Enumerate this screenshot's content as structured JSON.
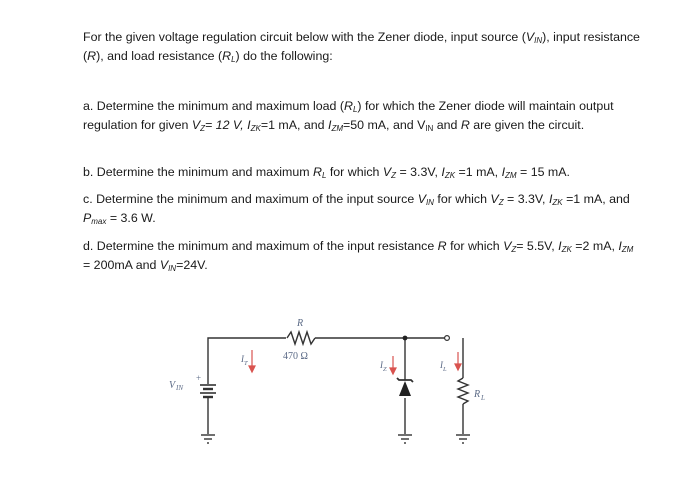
{
  "intro": {
    "t1": "For the given voltage regulation circuit below with the Zener diode, input source (",
    "v": "V",
    "v_sub": "IN",
    "t2": "), input resistance (",
    "r": "R",
    "t3": "), and load resistance (",
    "rl": "R",
    "rl_sub": "L",
    "t4": ") do the following:"
  },
  "part_a": {
    "t1": "a. Determine the minimum and maximum load (",
    "rl": "R",
    "rl_sub": "L",
    "t2": ") for which the Zener diode will maintain output regulation for given ",
    "vz": "V",
    "vz_sub": "Z",
    "vz_val": "= 12 V, ",
    "izk": "I",
    "izk_sub": "ZK",
    "izk_val": "=1 mA, and ",
    "izm": "I",
    "izm_sub": "ZM",
    "izm_val": "=50 mA, and V",
    "vin_sub": "IN",
    "t3": " and ",
    "r": "R",
    "t4": " are given the circuit."
  },
  "part_b": {
    "t1": "b. Determine the minimum and maximum ",
    "rl": "R",
    "rl_sub": "L",
    "t2": " for which ",
    "vz": "V",
    "vz_sub": "Z",
    "vz_val": " = 3.3V, ",
    "izk": "I",
    "izk_sub": "ZK",
    "izk_val": " =1 mA, ",
    "izm": "I",
    "izm_sub": "ZM",
    "izm_val": " = 15 mA."
  },
  "part_c": {
    "t1": "c. Determine the minimum and maximum of the input source ",
    "vin": "V",
    "vin_sub": "IN",
    "t2": " for which ",
    "vz": "V",
    "vz_sub": "Z",
    "vz_val": " = 3.3V, ",
    "izk": "I",
    "izk_sub": "ZK",
    "izk_val": " =1 mA, and ",
    "pmax": "P",
    "pmax_sub": "max",
    "pmax_val": " = 3.6 W."
  },
  "part_d": {
    "t1": "d. Determine the minimum and maximum of the input resistance ",
    "r": "R",
    "t2": " for which ",
    "vz": "V",
    "vz_sub": "Z",
    "vz_val": "= 5.5V, ",
    "izk": "I",
    "izk_sub": "ZK",
    "izk_val": " =2 mA, ",
    "izm": "I",
    "izm_sub": "ZM",
    "izm_val": " = 200mA and ",
    "vin": "V",
    "vin_sub": "IN",
    "vin_val": "=24V."
  },
  "circuit": {
    "resistor_label": "R",
    "resistor_value": "470 Ω",
    "source_label": "V",
    "source_sub": "IN",
    "plus_sign": "+",
    "current_total": "I",
    "current_total_sub": "T",
    "current_zener": "I",
    "current_zener_sub": "Z",
    "current_load": "I",
    "current_load_sub": "L",
    "load_label": "R",
    "load_sub": "L",
    "wire_color": "#333333",
    "label_color": "#5b6a86",
    "arrow_color": "#d9534f"
  }
}
